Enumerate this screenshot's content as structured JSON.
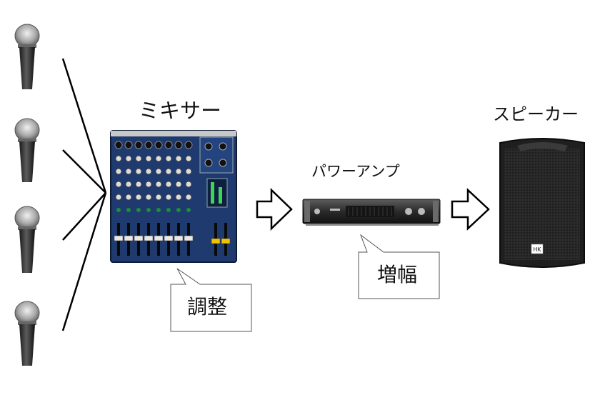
{
  "labels": {
    "mixer": "ミキサー",
    "amp": "パワーアンプ",
    "speaker": "スピーカー"
  },
  "callouts": {
    "mixer": "調整",
    "amp": "増幅"
  },
  "speaker_badge": "HK",
  "colors": {
    "mixer_panel": "#1f3a6e",
    "amp_body": "#2b2b2b",
    "speaker_body": "#2a2a2a",
    "line": "#000000"
  }
}
